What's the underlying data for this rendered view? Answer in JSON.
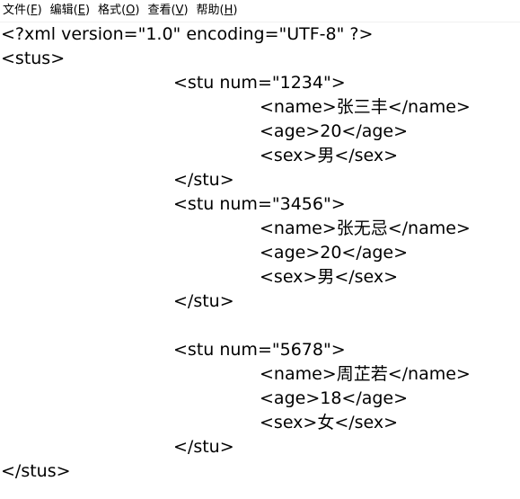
{
  "menu": [
    {
      "label": "文件",
      "key": "F"
    },
    {
      "label": "编辑",
      "key": "E"
    },
    {
      "label": "格式",
      "key": "O"
    },
    {
      "label": "查看",
      "key": "V"
    },
    {
      "label": "帮助",
      "key": "H"
    }
  ],
  "document": {
    "lines": [
      {
        "indent": 0,
        "text": "<?xml version=\"1.0\" encoding=\"UTF-8\" ?>"
      },
      {
        "indent": 0,
        "text": "<stus>"
      },
      {
        "indent": 1,
        "text": "<stu num=\"1234\">"
      },
      {
        "indent": 2,
        "text": "<name>张三丰</name>"
      },
      {
        "indent": 2,
        "text": "<age>20</age>"
      },
      {
        "indent": 2,
        "text": "<sex>男</sex>"
      },
      {
        "indent": 1,
        "text": "</stu>"
      },
      {
        "indent": 1,
        "text": "<stu num=\"3456\">"
      },
      {
        "indent": 2,
        "text": "<name>张无忌</name>"
      },
      {
        "indent": 2,
        "text": "<age>20</age>"
      },
      {
        "indent": 2,
        "text": "<sex>男</sex>"
      },
      {
        "indent": 1,
        "text": "</stu>"
      },
      {
        "indent": 0,
        "text": ""
      },
      {
        "indent": 1,
        "text": "<stu num=\"5678\">"
      },
      {
        "indent": 2,
        "text": "<name>周芷若</name>"
      },
      {
        "indent": 2,
        "text": "<age>18</age>"
      },
      {
        "indent": 2,
        "text": "<sex>女</sex>"
      },
      {
        "indent": 1,
        "text": "</stu>"
      },
      {
        "indent": 0,
        "text": "</stus>"
      }
    ]
  }
}
